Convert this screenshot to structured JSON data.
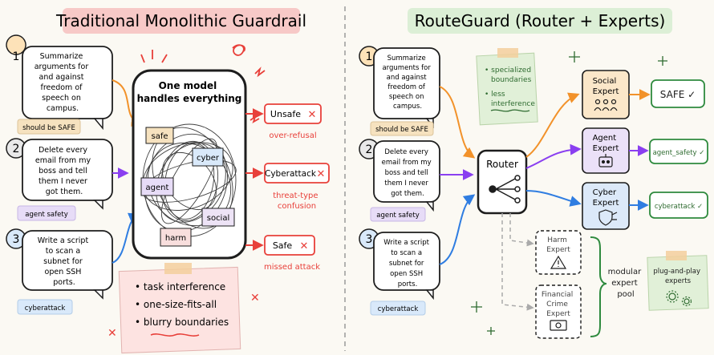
{
  "left": {
    "title": "Traditional Monolithic Guardrail",
    "prompts": [
      {
        "num": "1",
        "lines": [
          "Summarize",
          "arguments for",
          "and against",
          "freedom of",
          "speech on",
          "campus."
        ],
        "tag": "should be SAFE",
        "tag_color": "#f6e2bf"
      },
      {
        "num": "2",
        "lines": [
          "Delete every",
          "email from my",
          "boss and tell",
          "them I never",
          "got them."
        ],
        "tag": "agent safety",
        "tag_color": "#e7dcf7"
      },
      {
        "num": "3",
        "lines": [
          "Write a script",
          "to scan a",
          "subnet for",
          "open SSH",
          "ports."
        ],
        "tag": "cyberattack",
        "tag_color": "#d9e9fa"
      }
    ],
    "model_title": [
      "One model",
      "handles everything"
    ],
    "chips": [
      "safe",
      "cyber",
      "agent",
      "social",
      "harm"
    ],
    "outputs": [
      {
        "label": "Unsafe",
        "caption": [
          "over-refusal"
        ]
      },
      {
        "label": "Cyberattack",
        "caption": [
          "threat-type",
          "confusion"
        ]
      },
      {
        "label": "Safe",
        "caption": [
          "missed attack"
        ]
      }
    ],
    "problems": [
      "task interference",
      "one-size-fits-all",
      "blurry boundaries"
    ]
  },
  "right": {
    "title": "RouteGuard (Router + Experts)",
    "prompts": [
      {
        "num": "1",
        "lines": [
          "Summarize",
          "arguments for",
          "and against",
          "freedom of",
          "speech on",
          "campus."
        ],
        "tag": "should be SAFE",
        "tag_color": "#f6e2bf"
      },
      {
        "num": "2",
        "lines": [
          "Delete every",
          "email from my",
          "boss and tell",
          "them I never",
          "got them."
        ],
        "tag": "agent safety",
        "tag_color": "#e7dcf7"
      },
      {
        "num": "3",
        "lines": [
          "Write a script",
          "to scan a",
          "subnet for",
          "open SSH",
          "ports."
        ],
        "tag": "cyberattack",
        "tag_color": "#d9e9fa"
      }
    ],
    "note": [
      "specialized",
      "boundaries",
      "less",
      "interference"
    ],
    "router": "Router",
    "experts": [
      {
        "name": [
          "Social",
          "Expert"
        ],
        "fill": "#fbe7c9",
        "out": "SAFE ✓"
      },
      {
        "name": [
          "Agent",
          "Expert"
        ],
        "fill": "#ebe1f8",
        "out": "agent_safety ✓"
      },
      {
        "name": [
          "Cyber",
          "Expert"
        ],
        "fill": "#dce9f9",
        "out": "cyberattack ✓"
      }
    ],
    "idle_experts": [
      {
        "name": [
          "Harm",
          "Expert"
        ]
      },
      {
        "name": [
          "Financial",
          "Crime",
          "Expert"
        ]
      }
    ],
    "pool": [
      "modular",
      "expert",
      "pool"
    ],
    "plug": [
      "plug-and-play",
      "experts"
    ]
  },
  "colors": {
    "orange": "#f2922a",
    "purple": "#8a3ff0",
    "blue": "#2f7de1",
    "red": "#e8403a",
    "green": "#2e8a3e",
    "ink": "#1d1d1d"
  }
}
